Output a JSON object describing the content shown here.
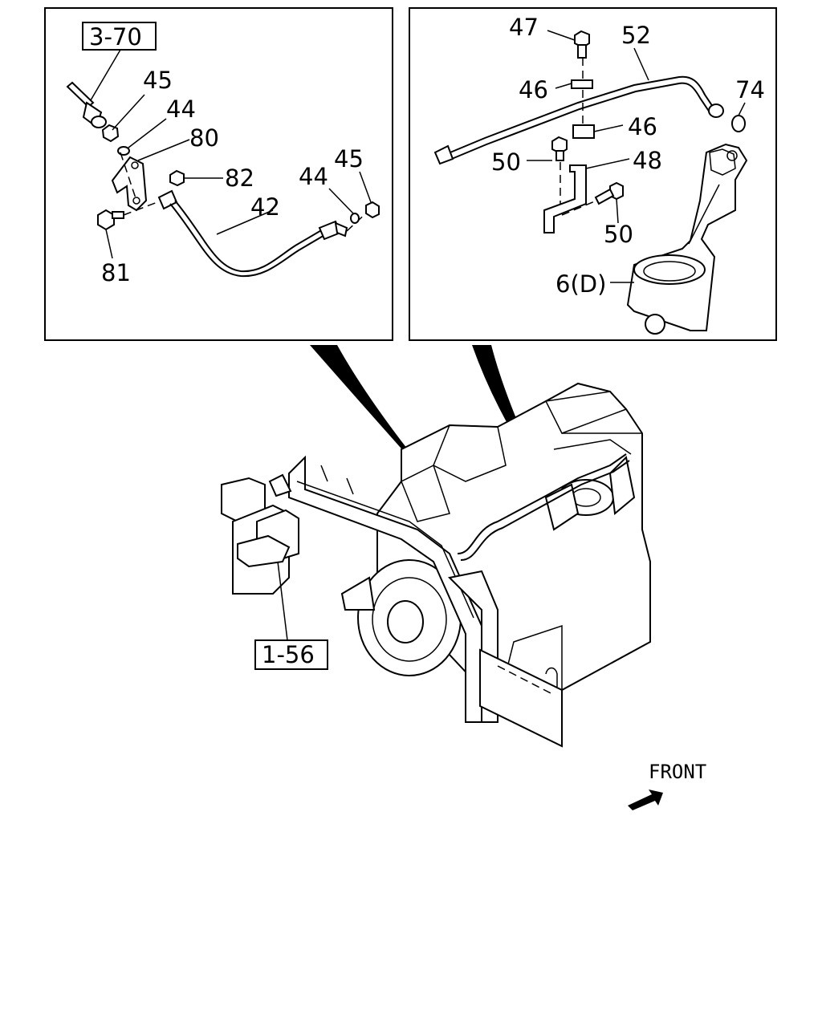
{
  "left_panel": {
    "ref_box": "3-70",
    "callouts": [
      "45",
      "44",
      "80",
      "82",
      "42",
      "44",
      "45",
      "81"
    ]
  },
  "right_panel": {
    "callouts": [
      "47",
      "52",
      "46",
      "74",
      "46",
      "50",
      "48",
      "50",
      "6(D)"
    ]
  },
  "main": {
    "ref_box": "1-56",
    "front_label": "FRONT"
  },
  "colors": {
    "ink": "#000000",
    "paper": "#ffffff"
  }
}
